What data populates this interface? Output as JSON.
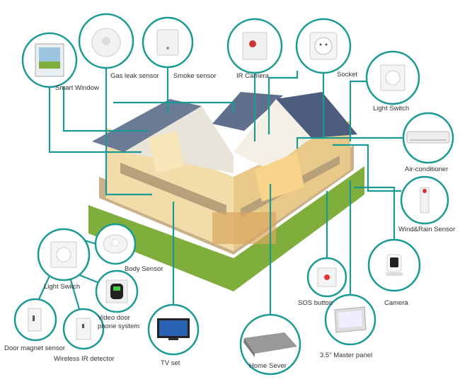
{
  "accent_color": "#1a9a93",
  "devices": [
    {
      "id": "smart-window",
      "label": "Smart Window",
      "icon": "window-icon"
    },
    {
      "id": "gas-leak-sensor",
      "label": "Gas leak sensor",
      "icon": "gas-sensor-icon"
    },
    {
      "id": "smoke-sensor",
      "label": "Smoke sensor",
      "icon": "smoke-sensor-icon"
    },
    {
      "id": "ir-camera",
      "label": "IR Camera",
      "icon": "ir-camera-icon"
    },
    {
      "id": "socket",
      "label": "Socket",
      "icon": "socket-icon"
    },
    {
      "id": "light-switch-top",
      "label": "Light Switch",
      "icon": "light-switch-icon"
    },
    {
      "id": "air-conditioner",
      "label": "Air-conditioner",
      "icon": "air-conditioner-icon"
    },
    {
      "id": "wind-rain-sensor",
      "label": "Wind&Rain Sensor",
      "icon": "wind-rain-sensor-icon"
    },
    {
      "id": "camera",
      "label": "Camera",
      "icon": "camera-icon"
    },
    {
      "id": "sos-button",
      "label": "SOS button",
      "icon": "sos-button-icon"
    },
    {
      "id": "master-panel",
      "label": "3.5\"  Master panel",
      "icon": "master-panel-icon"
    },
    {
      "id": "home-server",
      "label": "Home Sever",
      "icon": "home-server-icon"
    },
    {
      "id": "tv-set",
      "label": "TV set",
      "icon": "tv-icon"
    },
    {
      "id": "light-switch-left",
      "label": "Light Switch",
      "icon": "light-switch-icon"
    },
    {
      "id": "body-sensor",
      "label": "Body Sensor",
      "icon": "body-sensor-icon"
    },
    {
      "id": "video-door-phone",
      "label": "Video door phone system",
      "icon": "video-door-phone-icon"
    },
    {
      "id": "door-magnet-sensor",
      "label": "Door magnet sensor",
      "icon": "door-magnet-icon"
    },
    {
      "id": "wireless-ir-detector",
      "label": "Wireless IR detector",
      "icon": "ir-detector-icon"
    }
  ]
}
